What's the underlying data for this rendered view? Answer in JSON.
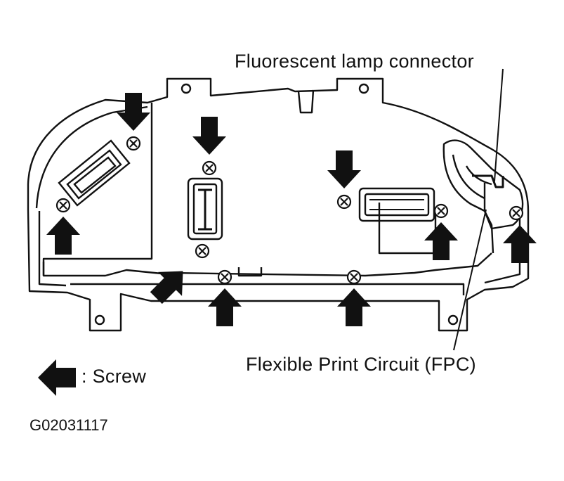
{
  "labels": {
    "fluorescent_lamp_connector": "Fluorescent lamp connector",
    "fpc": "Flexible Print Circuit (FPC)",
    "legend_screw": ": Screw"
  },
  "figure_code": "G02031117",
  "colors": {
    "line": "#111111",
    "fill": "#ffffff"
  },
  "icons": {
    "screw": "screw-icon",
    "arrow": "arrow-icon"
  }
}
